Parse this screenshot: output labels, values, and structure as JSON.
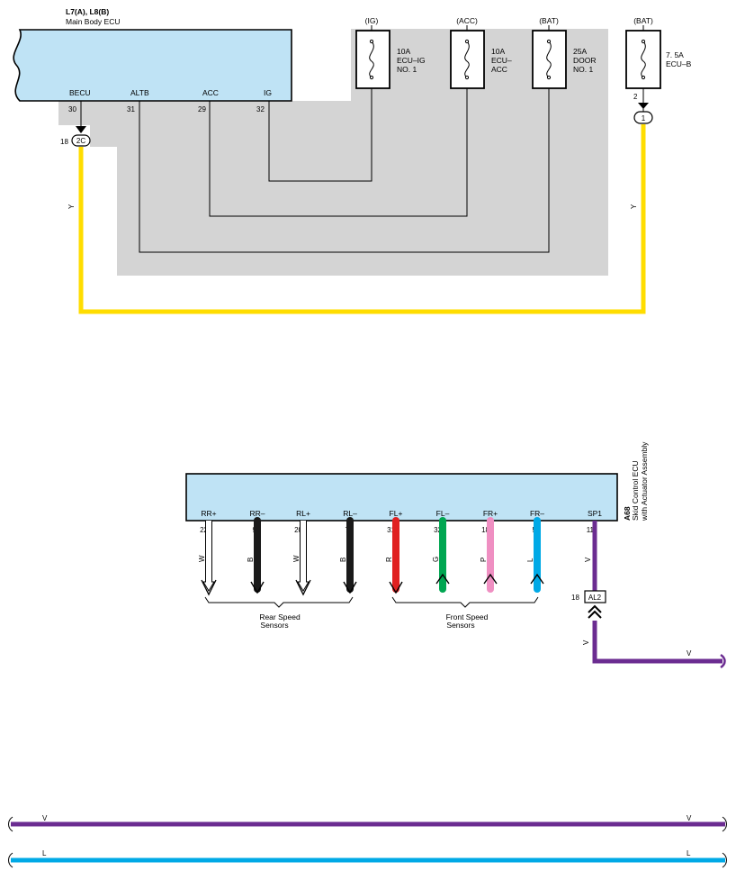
{
  "main_ecu": {
    "title": "L7(A), L8(B)",
    "subtitle": "Main Body ECU",
    "pins": [
      {
        "label": "BECU",
        "number": "30"
      },
      {
        "label": "ALTB",
        "number": "31"
      },
      {
        "label": "ACC",
        "number": "29"
      },
      {
        "label": "IG",
        "number": "32"
      }
    ],
    "connector_pin": "18",
    "connector": "2C"
  },
  "fuses": [
    {
      "source": "(IG)",
      "rating": "10A",
      "name1": "ECU–IG",
      "name2": "NO. 1"
    },
    {
      "source": "(ACC)",
      "rating": "10A",
      "name1": "ECU–",
      "name2": "ACC"
    },
    {
      "source": "(BAT)",
      "rating": "25A",
      "name1": "DOOR",
      "name2": "NO. 1"
    },
    {
      "source": "(BAT)",
      "rating": "7. 5A",
      "name1": "ECU–B",
      "name2": ""
    }
  ],
  "ecub_pin": "2",
  "ecub_connector": "1",
  "wire_color_y_left": "Y",
  "wire_color_y_right": "Y",
  "skid_ecu": {
    "code": "A68",
    "name1": "Skid Control ECU",
    "name2": "with Actuator Assembly",
    "pins": [
      {
        "label": "RR+",
        "number": "22",
        "wire": "W"
      },
      {
        "label": "RR–",
        "number": "9",
        "wire": "B"
      },
      {
        "label": "RL+",
        "number": "20",
        "wire": "W"
      },
      {
        "label": "RL–",
        "number": "7",
        "wire": "B"
      },
      {
        "label": "FL+",
        "number": "31",
        "wire": "R"
      },
      {
        "label": "FL–",
        "number": "32",
        "wire": "G"
      },
      {
        "label": "FR+",
        "number": "18",
        "wire": "P"
      },
      {
        "label": "FR–",
        "number": "5",
        "wire": "L"
      },
      {
        "label": "SP1",
        "number": "11",
        "wire": "V"
      }
    ],
    "rear_group_1": "Rear Speed",
    "rear_group_2": "Sensors",
    "front_group_1": "Front Speed",
    "front_group_2": "Sensors",
    "al2_pin": "18",
    "al2": "AL2",
    "al2_wire_below": "V",
    "exit_wire": "V"
  },
  "bottom_bus": [
    {
      "left": "V",
      "right": "V"
    },
    {
      "left": "L",
      "right": "L"
    }
  ],
  "colors": {
    "ecu_fill": "#bfe3f5",
    "shade": "#d4d4d4",
    "Y": "#ffdd00",
    "V": "#6b2c91",
    "L": "#00a9e6",
    "R": "#e02020",
    "G": "#00a651",
    "P": "#ef8fc2",
    "B": "#1a1a1a",
    "W": "#ffffff"
  }
}
